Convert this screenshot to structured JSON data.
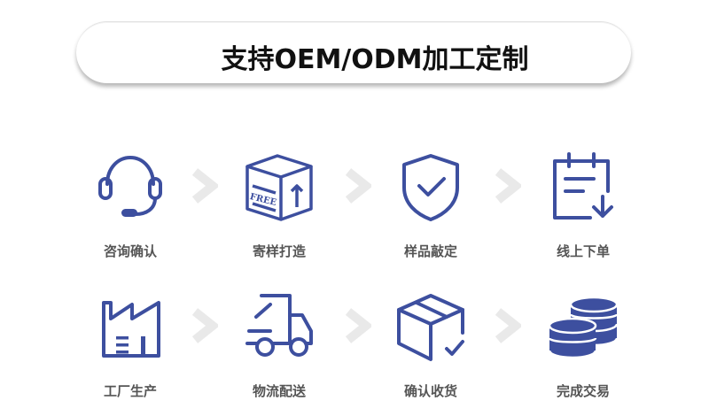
{
  "banner": {
    "title": "支持OEM/ODM加工定制"
  },
  "colors": {
    "icon": "#3d4f9f",
    "arrow": "#e9e9e9",
    "label": "#555555"
  },
  "steps": [
    {
      "label": "咨询确认",
      "icon": "headset-icon"
    },
    {
      "label": "寄样打造",
      "icon": "free-sample-box-icon"
    },
    {
      "label": "样品敲定",
      "icon": "shield-check-icon"
    },
    {
      "label": "线上下单",
      "icon": "clipboard-download-icon"
    },
    {
      "label": "工厂生产",
      "icon": "factory-icon"
    },
    {
      "label": "物流配送",
      "icon": "delivery-truck-icon"
    },
    {
      "label": "确认收货",
      "icon": "package-check-icon"
    },
    {
      "label": "完成交易",
      "icon": "coin-stack-icon"
    }
  ],
  "box_stamp": "FREE"
}
